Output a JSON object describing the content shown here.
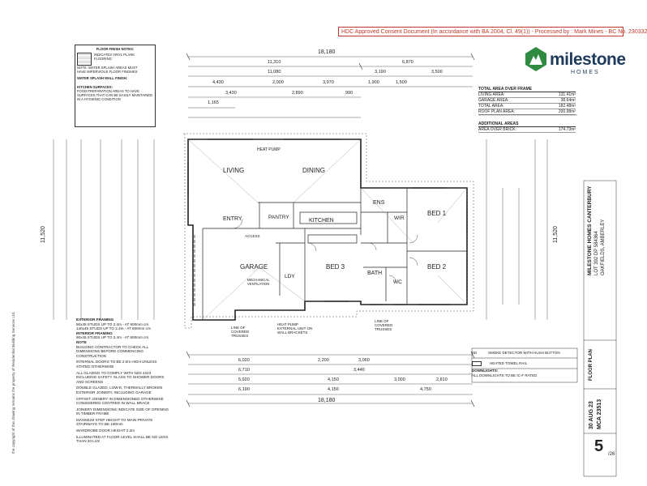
{
  "stamp": "HDC Approved Consent Document (In accordance with BA 2004, Cl. 49(1)) - Processed by : Mark Mines - BC No. 230332",
  "logo": {
    "name": "milestone",
    "sub": "HOMES",
    "color": "#1f3b5c",
    "accent": "#2e8b3f"
  },
  "floor_notes": {
    "title": "FLOOR FINISH NOTES:",
    "lines": [
      "INDICATES VINYL PLANK FLOORING",
      "NOTE: WATER SPLASH AREAS MUST",
      "HAVE IMPERVIOUS FLOOR FINISHES",
      "WATER SPLASH WALL FINISH:",
      "KITCHEN SURFACES:",
      "FOOD PREPARATION AREAS TO HAVE SURFACES THAT CAN BE EASILY MAINTAINED IN A HYGIENIC CONDITION"
    ]
  },
  "exterior_notes": [
    "EXTERIOR FRAMING",
    "90x45 STUDS UP TO 2.4m - AT 600mm crs",
    "140x45 STUDS UP TO 2.4m - AT 600mm crs",
    "INTERIOR FRAMING",
    "90x45 STUDS UP TO 2.4m - AT 600mm crs",
    "NOTE",
    "BUILDING CONTRACTOR TO CHECK ALL DIMENSIONS BEFORE COMMENCING CONSTRUCTION",
    "INTERNAL DOORS TO BE 2.0m HIGH UNLESS STATED OTHERWISE",
    "ALL GLAZING TO COMPLY WITH NZS 4223 INCLUDING SAFETY GLASS TO SHOWER DOORS AND SCREENS",
    "DOUBLE GLAZED, LOW-E, THERMALLY BROKEN EXTERIOR JOINERY, INCLUDING GARAGE",
    "OFFSET JOINERY IN DIMENSIONED OTHERWISE CONSIDERED CENTRED IN WALL BRACE",
    "JOINERY DIMENSIONS INDICATE SIZE OF OPENING IN TIMBER FRAME",
    "MAXIMUM STEP HEIGHT TO MAIN PRIVATE STAIRWAYS TO BE 190mm",
    "WARDROBE DOOR HEIGHT 2.2m",
    "ILLUMINATED AT FLOOR LEVEL SHALL BE NO LESS THAN 20 LUX"
  ],
  "area": {
    "title": "TOTAL AREA OVER FRAME",
    "rows": [
      {
        "label": "LIVING AREA:",
        "value": "131.41m²"
      },
      {
        "label": "GARAGE AREA:",
        "value": "38.64m²"
      },
      {
        "label": "TOTAL AREA:",
        "value": "182.48m²"
      },
      {
        "label": "ROOF PLAN AREA:",
        "value": "200.98m²"
      }
    ],
    "additional_title": "ADDITIONAL AREAS",
    "additional": {
      "label": "AREA OVER BRICK:",
      "value": "174.73m²"
    }
  },
  "rooms": {
    "living": "LIVING",
    "dining": "DINING",
    "entry": "ENTRY",
    "pantry": "PANTRY",
    "kitchen": "KITCHEN",
    "ens": "ENS",
    "wir": "WIR",
    "bed1": "BED 1",
    "bed2": "BED 2",
    "bed3": "BED 3",
    "bath": "BATH",
    "wc": "WC",
    "ldy": "LDY",
    "garage": "GARAGE",
    "heat_pump": "HEAT PUMP"
  },
  "dims": {
    "overall": "18,180",
    "d11310": "11,310",
    "d6870": "6,870",
    "d11080": "11,080",
    "d3190": "3,190",
    "d3500": "3,500",
    "d4430": "4,430",
    "d2000": "2,000",
    "d3970": "3,970",
    "d1900": "1,900",
    "d1500": "1,500",
    "d3430": "3,430",
    "d2890": "2,890",
    "d990": "990",
    "d1165": "1,165",
    "d11520": "11,520",
    "d6020": "6,020",
    "d2200": "2,200",
    "d3060": "3,060",
    "d6710": "6,710",
    "d3440": "3,440",
    "d5920": "5,920",
    "d4150": "4,150",
    "d3000": "3,000",
    "d2810": "2,810",
    "d6190": "6,190",
    "d4750": "4,750"
  },
  "annotations": {
    "covered_l": "LINE OF COVERED TRUSSES",
    "covered_r": "LINE OF COVERED TRUSSES",
    "heat_pump_wall": "HEAT PUMP EXTERNAL UNIT ON WALL BRACKETS",
    "mech": "MECHANICAL VENTILATION",
    "access": "ACCESS"
  },
  "legend": {
    "sd": "SD",
    "sd_text": "SMOKE DETECTOR WITH HUSH BUTTON",
    "htr_text": "HEATED TOWEL RAIL",
    "downlights": "DOWNLIGHTS:",
    "downlights_text": "ALL DOWNLIGHTS TO BE IC-F RATED"
  },
  "titleblock": {
    "project": "MILESTONE HOMES CANTERBURY",
    "lot": "LOT 392 DP 584364",
    "address": "OAKFIELDS, AMBERLEY",
    "drawing": "FLOOR PLAN",
    "date": "30 AUG 23",
    "job": "MCA 23513",
    "page": "5",
    "of": "/26"
  },
  "copyright": "the copyright of this drawing remains the property of Residential Building Services Ltd."
}
